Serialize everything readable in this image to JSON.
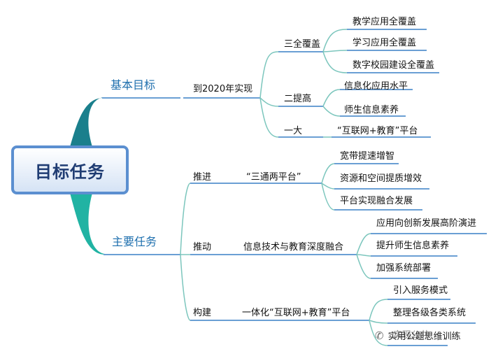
{
  "root": "目标任务",
  "branches": [
    {
      "label": "基本目标",
      "children": [
        {
          "label": "到2020年实现",
          "children": [
            {
              "label": "三全覆盖",
              "children": [
                "教学应用全覆盖",
                "学习应用全覆盖",
                "数字校园建设全覆盖"
              ]
            },
            {
              "label": "二提高",
              "children": [
                "信息化应用水平",
                "师生信息素养"
              ]
            },
            {
              "label": "一大",
              "children": [
                "“互联网+教育”平台"
              ]
            }
          ]
        }
      ]
    },
    {
      "label": "主要任务",
      "children": [
        {
          "label": "推进",
          "children": [
            {
              "label": "“三通两平台”",
              "children": [
                "宽带提速增智",
                "资源和空间提质增效",
                "平台实现融合发展"
              ]
            }
          ]
        },
        {
          "label": "推动",
          "children": [
            {
              "label": "信息技术与教育深度融合",
              "children": [
                "应用向创新发展高阶演进",
                "提升师生信息素养",
                "加强系统部署"
              ]
            }
          ]
        },
        {
          "label": "构建",
          "children": [
            {
              "label": "一体化“互联网+教育”平台",
              "children": [
                "引入服务模式",
                "整理各级各类系统",
                "实现公共"
              ]
            }
          ]
        }
      ]
    }
  ],
  "watermark": {
    "icon": "wechat-icon",
    "text": "实用公题思维训练"
  },
  "colors": {
    "upper_branch": "#1a7f8c",
    "lower_branch": "#21b3a3",
    "root_border": "#5b8fd0",
    "underline": "#6a9fd4",
    "connector": "#7cc6bd"
  }
}
